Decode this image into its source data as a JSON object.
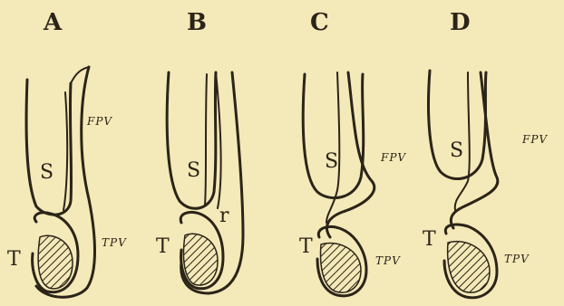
{
  "panels": [
    {
      "letter": "A",
      "s": "S",
      "t": "T",
      "upper": "FPV",
      "lower": "TPV"
    },
    {
      "letter": "B",
      "s": "S",
      "t": "T",
      "r": "r"
    },
    {
      "letter": "C",
      "s": "S",
      "t": "T",
      "upper": "FPV",
      "lower": "TPV"
    },
    {
      "letter": "D",
      "s": "S",
      "t": "T",
      "upper": "FPV",
      "lower": "TPV"
    }
  ]
}
